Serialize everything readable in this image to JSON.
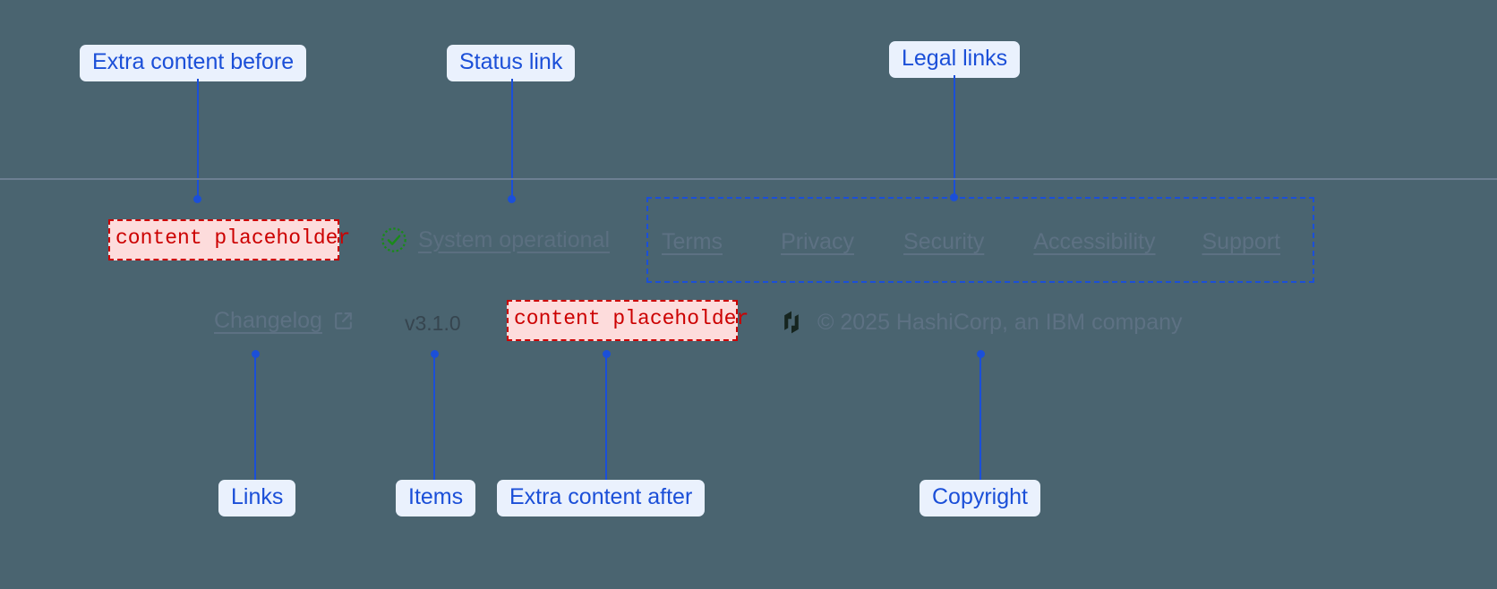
{
  "annotations": [
    {
      "id": "extra-before",
      "label": "Extra content before"
    },
    {
      "id": "status-link",
      "label": "Status link"
    },
    {
      "id": "legal-links",
      "label": "Legal links"
    },
    {
      "id": "links",
      "label": "Links"
    },
    {
      "id": "items",
      "label": "Items"
    },
    {
      "id": "extra-after",
      "label": "Extra content after"
    },
    {
      "id": "copyright",
      "label": "Copyright"
    }
  ],
  "footer": {
    "extra_content_before": {
      "text": "content placeholder",
      "icon": "placeholder-box"
    },
    "extra_content_after": {
      "text": "content placeholder",
      "icon": "placeholder-box"
    },
    "status": {
      "icon": "check-circle-icon",
      "label": "System operational"
    },
    "legal_links": [
      {
        "label": "Terms"
      },
      {
        "label": "Privacy"
      },
      {
        "label": "Security"
      },
      {
        "label": "Accessibility"
      },
      {
        "label": "Support"
      }
    ],
    "changelog": {
      "label": "Changelog",
      "icon": "external-link-icon"
    },
    "version": "v3.1.0",
    "copyright": {
      "logo": "hashicorp-logo",
      "text": "© 2025 HashiCorp, an IBM company"
    }
  },
  "colors": {
    "background": "#4a6470",
    "annotation_accent": "#1b4fd8",
    "annotation_label_bg": "#eaf1fd",
    "placeholder_text": "#cc0000",
    "placeholder_bg": "#fddcdc",
    "status_ok": "#1a8a1a",
    "divider": "#6d7f92",
    "link_text": "#5d7183"
  }
}
